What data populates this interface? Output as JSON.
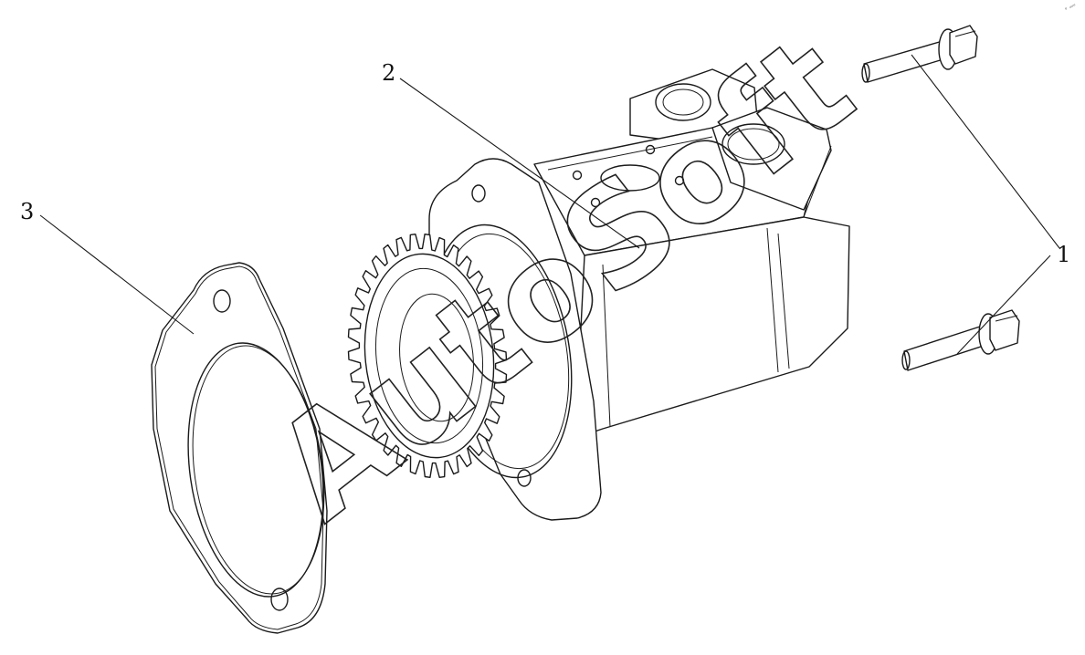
{
  "callouts": {
    "bolt": "1",
    "pump": "2",
    "gasket": "3"
  },
  "watermark": "AutoSoft",
  "corner_mark": "∘ ᵤᵤᵤ",
  "colors": {
    "line": "#1a1a1a",
    "background": "#ffffff"
  }
}
